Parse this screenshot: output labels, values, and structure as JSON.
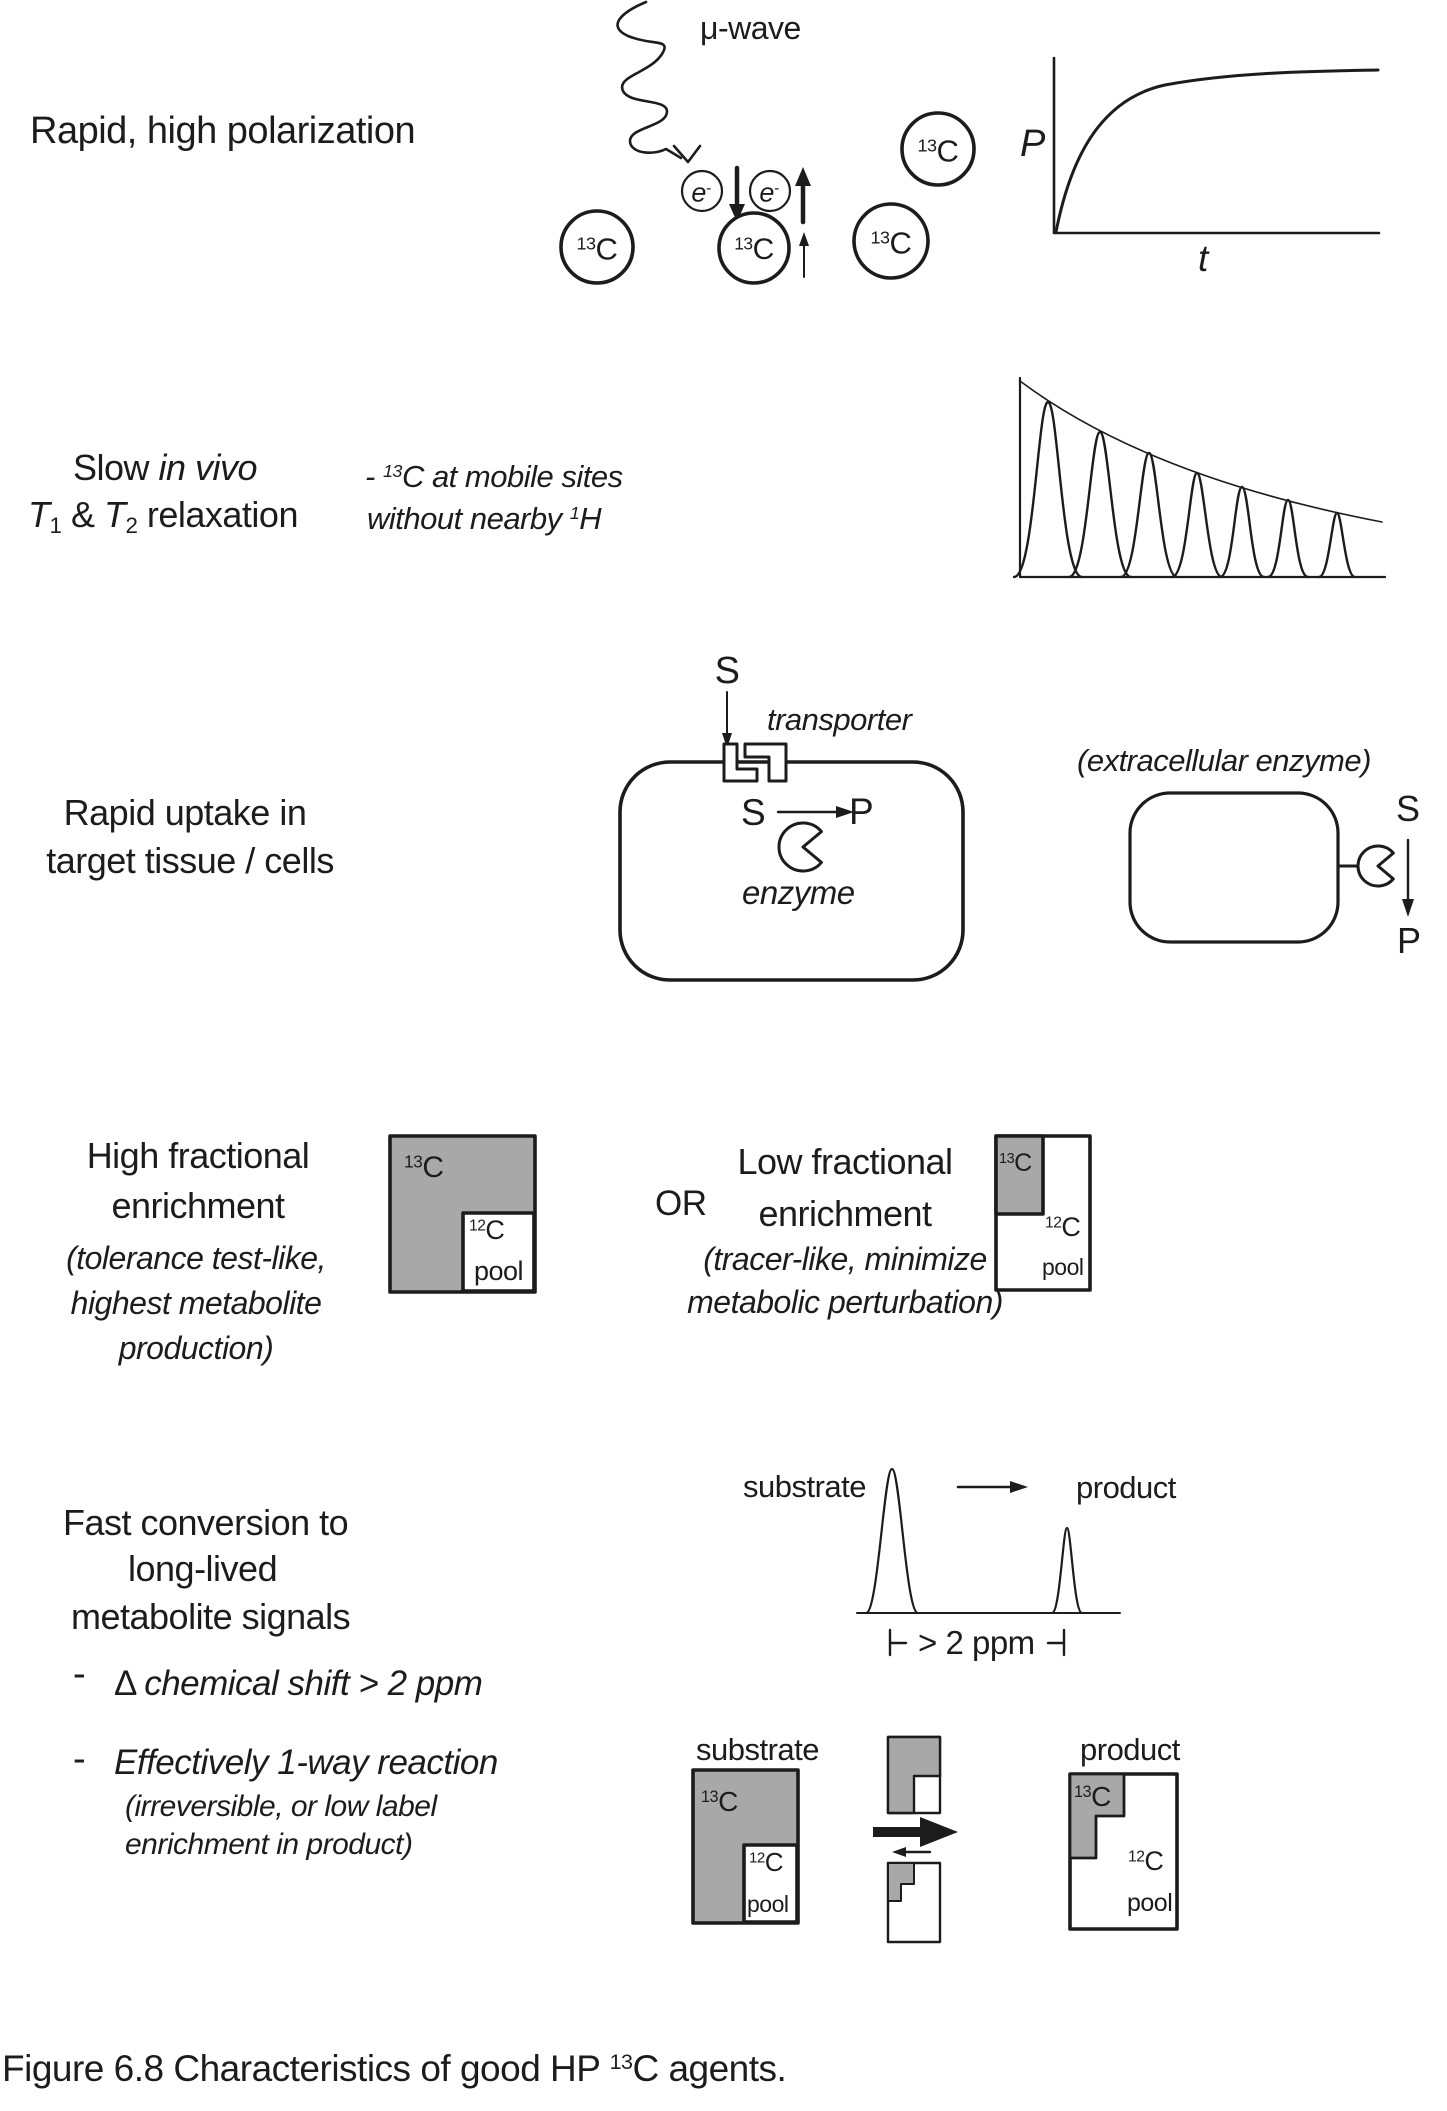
{
  "colors": {
    "ink": "#1c1c1c",
    "gray": "#a8a8a8"
  },
  "polarization": {
    "title": "Rapid, high polarization",
    "uwave": "μ-wave",
    "electron": {
      "base": "e",
      "sup": "-"
    },
    "graph": {
      "y": "P",
      "x": "t"
    }
  },
  "isotopes": {
    "c13": {
      "sup": "13",
      "base": "C"
    },
    "c12": {
      "sup": "12",
      "base": "C"
    },
    "pool": "pool"
  },
  "relaxation": {
    "title1_plain": "Slow ",
    "title1_italic": "in vivo",
    "t": "T",
    "one": "1",
    "amp": " & ",
    "two": "2",
    "relax": " relaxation",
    "note1_pre": "- ",
    "note1_sup": "13",
    "note1_text": "C at mobile sites",
    "note2_pre": "without nearby ",
    "note2_sup": "1",
    "note2_text": "H"
  },
  "uptake": {
    "title1": "Rapid uptake in",
    "title2": "target tissue / cells",
    "s": "S",
    "p": "P",
    "transporter": "transporter",
    "enzyme": "enzyme",
    "extracellular": "(extracellular enzyme)"
  },
  "enrichment": {
    "high": [
      "High fractional",
      "enrichment",
      "(tolerance test-like,",
      "highest metabolite",
      "production)"
    ],
    "or": "OR",
    "low": [
      "Low fractional",
      "enrichment",
      "(tracer-like, minimize",
      "metabolic perturbation)"
    ]
  },
  "conversion": {
    "title": [
      "Fast conversion to",
      "long-lived",
      "metabolite signals"
    ],
    "dash": "-",
    "b1_delta": "Δ",
    "b1_text": "chemical shift > 2 ppm",
    "b2_text": "Effectively 1-way reaction",
    "b2_note1": "(irreversible, or low label",
    "b2_note2": "enrichment in product)",
    "substrate": "substrate",
    "product": "product",
    "ppm": "> 2 ppm"
  },
  "caption": {
    "pre": "Figure 6.8 Characteristics of good HP ",
    "sup": "13",
    "post": "C agents."
  }
}
